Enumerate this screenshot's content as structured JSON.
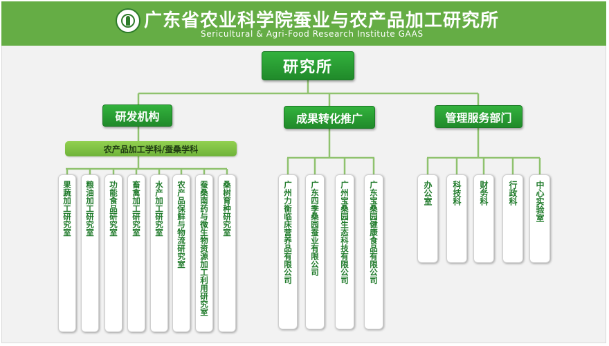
{
  "header": {
    "title": "广东省农业科学院蚕业与农产品加工研究所",
    "subtitle": "Sericultural  &  Agri-Food  Research  Institute  GAAS"
  },
  "org": {
    "root": "研究所",
    "rd": {
      "label": "研发机构",
      "discipline": "农产品加工学科/蚕桑学科",
      "units": [
        "果蔬加工研究室",
        "粮油加工研究室",
        "功能食品研究室",
        "畜禽加工研究室",
        "水产加工研究室",
        "农产品保鲜与物流研究室",
        "蚕桑南药与微生物资源加工利用研究室",
        "桑树育种研究室"
      ]
    },
    "transfer": {
      "label": "成果转化推广",
      "companies": [
        "广州力衡临床营养品有限公司",
        "广东四季桑园蚕业有限公司",
        "广州宝桑园生态科技有限公司",
        "广东宝桑园健康食品有限公司"
      ]
    },
    "services": {
      "label": "管理服务部门",
      "departments": [
        "办公室",
        "科技科",
        "财务科",
        "行政科",
        "中心实验室"
      ]
    },
    "colors": {
      "banner": "#65ad45",
      "button": "#2aa135",
      "discipline_bar": "#8ccc4e",
      "text_green": "#1f7a2a",
      "connector": "#8fc26e"
    }
  }
}
